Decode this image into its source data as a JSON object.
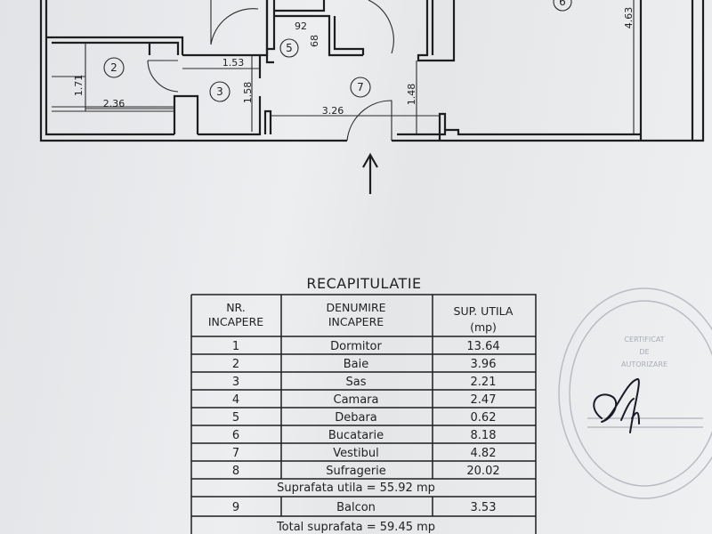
{
  "plan": {
    "room_numbers": [
      "2",
      "3",
      "5",
      "7",
      "6"
    ],
    "dimensions": {
      "d_171": "1.71",
      "d_236": "2.36",
      "d_153": "1.53",
      "d_158": "1.58",
      "d_92": "92",
      "d_68": "68",
      "d_326": "3.26",
      "d_148": "1.48",
      "d_463": "4.63"
    }
  },
  "table": {
    "title": "RECAPITULATIE",
    "headers": {
      "col1": [
        "NR.",
        "INCAPERE"
      ],
      "col2": [
        "DENUMIRE",
        "INCAPERE"
      ],
      "col3": [
        "SUP. UTILA",
        "(mp)"
      ]
    },
    "rows": [
      {
        "nr": "1",
        "name": "Dormitor",
        "area": "13.64"
      },
      {
        "nr": "2",
        "name": "Baie",
        "area": "3.96"
      },
      {
        "nr": "3",
        "name": "Sas",
        "area": "2.21"
      },
      {
        "nr": "4",
        "name": "Camara",
        "area": "2.47"
      },
      {
        "nr": "5",
        "name": "Debara",
        "area": "0.62"
      },
      {
        "nr": "6",
        "name": "Bucatarie",
        "area": "8.18"
      },
      {
        "nr": "7",
        "name": "Vestibul",
        "area": "4.82"
      },
      {
        "nr": "8",
        "name": "Sufragerie",
        "area": "20.02"
      }
    ],
    "useful_area": "Suprafata utila = 55.92 mp",
    "balcony": {
      "nr": "9",
      "name": "Balcon",
      "area": "3.53"
    },
    "total_area": "Total suprafata = 59.45 mp"
  },
  "stamp": {
    "lines": [
      "CERTIFICAT",
      "DE",
      "AUTORIZARE"
    ]
  },
  "colors": {
    "ink": "#1e1e1e",
    "paper": "#e8e9eb",
    "stamp": "#b9bcc4"
  }
}
